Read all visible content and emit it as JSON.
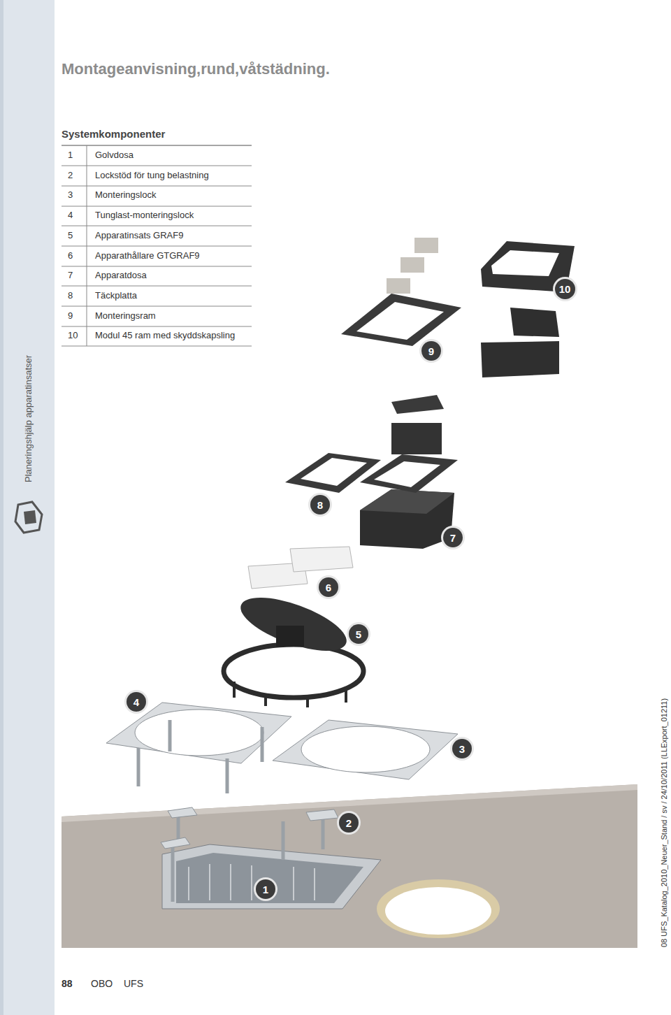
{
  "diagram": {
    "title": "Montageanvisning,rund,våtstädning.",
    "nodes": [
      {
        "text": [
          "10"
        ]
      },
      {
        "text": [
          "9"
        ]
      },
      {
        "text": [
          "8"
        ]
      },
      {
        "text": [
          "7"
        ]
      },
      {
        "text": [
          "6"
        ]
      },
      {
        "text": [
          "5"
        ]
      },
      {
        "text": [
          "4"
        ]
      },
      {
        "text": [
          "3"
        ]
      },
      {
        "text": [
          "2"
        ]
      },
      {
        "text": [
          "1"
        ]
      }
    ],
    "labels": [
      "Systemkomponenter",
      "1",
      "Golvdosa",
      "2",
      "Lockstöd för tung belastning",
      "3",
      "Monteringslock",
      "4",
      "Tunglast-monteringslock",
      "5",
      "Apparatinsats GRAF9",
      "6",
      "Apparathållare GTGRAF9",
      "7",
      "Apparatdosa",
      "8",
      "Täckplatta",
      "9",
      "Monteringsram",
      "10",
      "Modul 45 ram med skyddskapsling",
      "Planeringshjälp apparatinsatser",
      "08 UFS_Katalog_2010_Neuer_Stand / sv / 24/10/2011 (LLExport_01211)",
      "88",
      "OBO",
      "UFS"
    ]
  }
}
